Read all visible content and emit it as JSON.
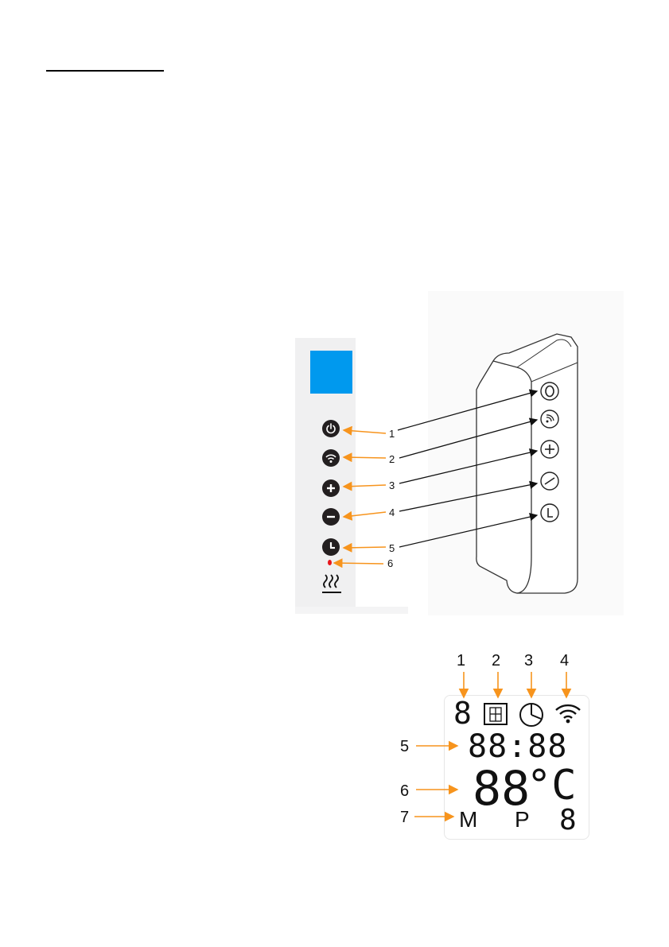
{
  "panel_callouts": [
    "1",
    "2",
    "3",
    "4",
    "5",
    "6"
  ],
  "remote_buttons": [
    "power-icon",
    "wifi-icon",
    "plus-icon",
    "minus-icon",
    "clock-icon"
  ],
  "lcd": {
    "callouts": [
      "1",
      "2",
      "3",
      "4",
      "5",
      "6",
      "7"
    ],
    "digit_top": "8",
    "time": "88:88",
    "temperature": "88",
    "unit": "°C",
    "mode_m": "M",
    "mode_p": "P",
    "digit_bottom": "8"
  },
  "colors": {
    "arrow": "#f7941d",
    "screen": "#0099ee",
    "led": "#e8161c",
    "button": "#231f20"
  }
}
